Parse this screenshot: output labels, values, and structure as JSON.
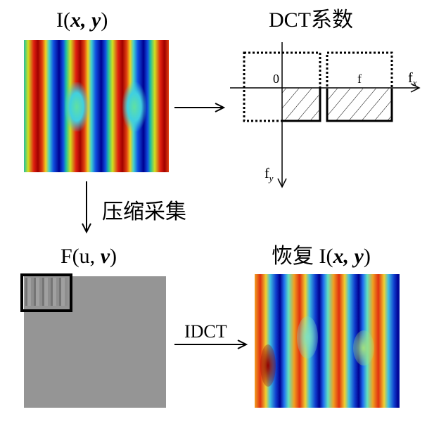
{
  "panels": {
    "original": {
      "title_prefix": "I(",
      "title_var": "x, y",
      "title_suffix": ")"
    },
    "dct": {
      "title": "DCT系数",
      "origin_label": "0",
      "freq_label": "f",
      "fx_label": "f",
      "fx_sub": "x",
      "fy_label": "f",
      "fy_sub": "y"
    },
    "measured": {
      "title_prefix": "F(u, ",
      "title_var": "v",
      "title_suffix": ")"
    },
    "recovered": {
      "title_prefix": "恢复 I(",
      "title_var": "x, y",
      "title_suffix": ")"
    }
  },
  "arrows": {
    "compress_label": "压缩采集",
    "idct_label": "IDCT"
  }
}
